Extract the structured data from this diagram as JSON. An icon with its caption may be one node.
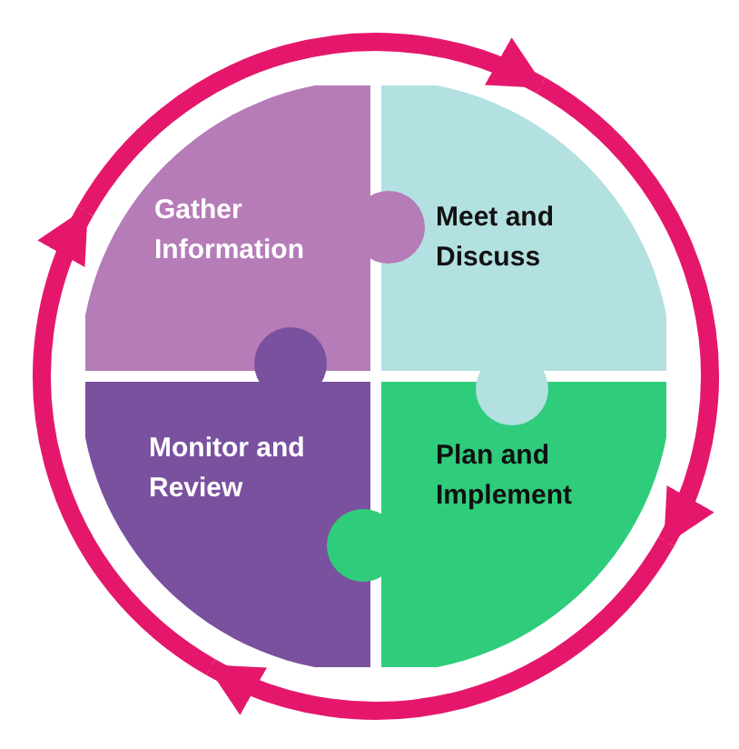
{
  "diagram": {
    "nodes": [
      {
        "text": [
          "Gather Information"
        ]
      },
      {
        "text": [
          "Meet and Discuss"
        ]
      },
      {
        "text": [
          "Plan and Implement"
        ]
      },
      {
        "text": [
          "Monitor and Review"
        ]
      }
    ],
    "edges": [
      {
        "from": 0,
        "to": 1,
        "arrow": "to"
      },
      {
        "from": 1,
        "to": 2,
        "arrow": "to"
      },
      {
        "from": 2,
        "to": 3,
        "arrow": "to"
      },
      {
        "from": 3,
        "to": 0,
        "arrow": "to"
      }
    ]
  }
}
